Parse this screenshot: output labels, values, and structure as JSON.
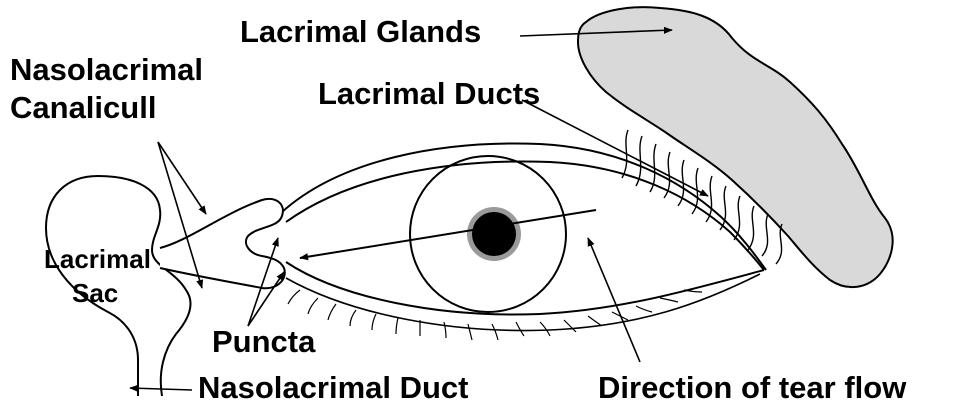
{
  "labels": {
    "lacrimal_glands": "Lacrimal Glands",
    "lacrimal_ducts": "Lacrimal Ducts",
    "nasolacrimal_canaliculi_line1": "Nasolacrimal",
    "nasolacrimal_canaliculi_line2": "Canalicull",
    "lacrimal_sac_line1": "Lacrimal",
    "lacrimal_sac_line2": "Sac",
    "puncta": "Puncta",
    "nasolacrimal_duct": "Nasolacrimal Duct",
    "direction_of_tear_flow": "Direction of tear flow"
  },
  "colors": {
    "gland_fill": "#d9d9d9",
    "line": "#000000",
    "pupil": "#000000",
    "pupil_ring": "#9a9a9a"
  }
}
